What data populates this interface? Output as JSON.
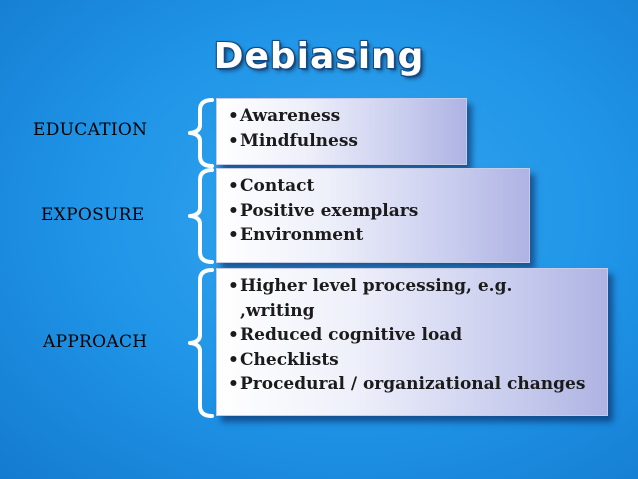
{
  "title": "Debiasing",
  "rows": [
    {
      "label": "EDUCATION",
      "items": [
        "Awareness",
        "Mindfulness"
      ]
    },
    {
      "label": "EXPOSURE",
      "items": [
        "Contact",
        "Positive exemplars",
        "Environment"
      ]
    },
    {
      "label": "APPROACH",
      "items": [
        "Higher level processing, e.g. ,writing",
        "Reduced cognitive load",
        "Checklists",
        "Procedural / organizational changes"
      ]
    }
  ],
  "colors": {
    "background": "#1f93e6",
    "brace": "#ffffff",
    "panel_light": "#ffffff",
    "panel_dark": "#aeb3e3"
  }
}
